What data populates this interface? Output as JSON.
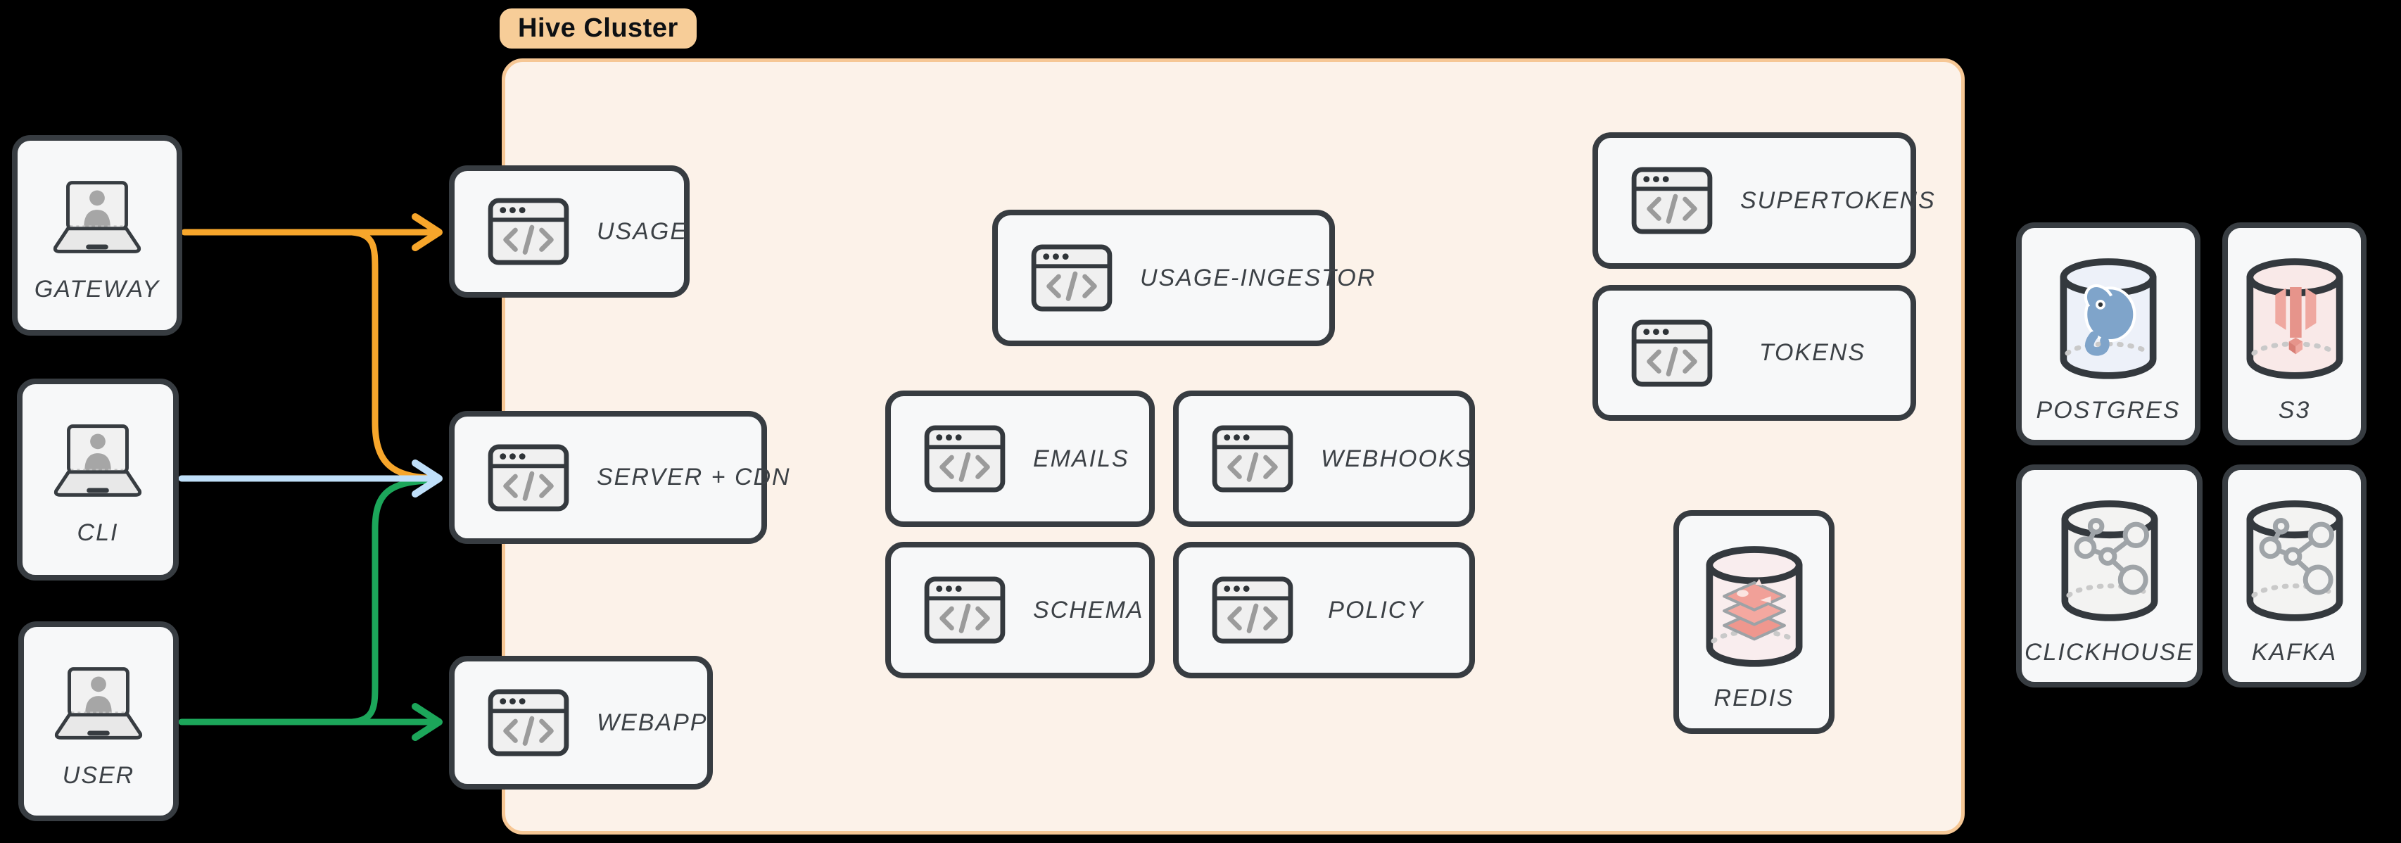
{
  "cluster": {
    "label": "Hive Cluster"
  },
  "nodes": {
    "gateway": {
      "label": "GATEWAY",
      "icon": "laptop-user-icon"
    },
    "cli": {
      "label": "CLI",
      "icon": "laptop-user-icon"
    },
    "user": {
      "label": "USER",
      "icon": "laptop-user-icon"
    },
    "usage": {
      "label": "USAGE",
      "icon": "code-window-icon"
    },
    "server_cdn": {
      "label": "SERVER + CDN",
      "icon": "code-window-icon"
    },
    "webapp": {
      "label": "WEBAPP",
      "icon": "code-window-icon"
    },
    "usage_ingestor": {
      "label": "USAGE-INGESTOR",
      "icon": "code-window-icon"
    },
    "emails": {
      "label": "EMAILS",
      "icon": "code-window-icon"
    },
    "webhooks": {
      "label": "WEBHOOKS",
      "icon": "code-window-icon"
    },
    "schema": {
      "label": "SCHEMA",
      "icon": "code-window-icon"
    },
    "policy": {
      "label": "POLICY",
      "icon": "code-window-icon"
    },
    "supertokens": {
      "label": "SUPERTOKENS",
      "icon": "code-window-icon"
    },
    "tokens": {
      "label": "TOKENS",
      "icon": "code-window-icon"
    },
    "redis": {
      "label": "REDIS",
      "icon": "redis-database-icon"
    },
    "postgres": {
      "label": "POSTGRES",
      "icon": "postgres-database-icon"
    },
    "s3": {
      "label": "S3",
      "icon": "s3-database-icon"
    },
    "clickhouse": {
      "label": "CLICKHOUSE",
      "icon": "clickhouse-database-icon"
    },
    "kafka": {
      "label": "KAFKA",
      "icon": "kafka-database-icon"
    }
  },
  "edges": [
    {
      "from": "GATEWAY",
      "to": "USAGE",
      "color": "#F7A62B"
    },
    {
      "from": "GATEWAY",
      "to": "SERVER + CDN",
      "color": "#F7A62B"
    },
    {
      "from": "CLI",
      "to": "SERVER + CDN",
      "color": "#BFDFF9"
    },
    {
      "from": "USER",
      "to": "SERVER + CDN",
      "color": "#1CA65A"
    },
    {
      "from": "USER",
      "to": "WEBAPP",
      "color": "#1CA65A"
    }
  ],
  "colors": {
    "background": "#000000",
    "cluster_fill": "#FCF2E9",
    "cluster_border": "#F6C795",
    "badge_fill": "#F7CD98",
    "badge_text": "#0D1013",
    "card_fill": "#F7F8F9",
    "card_border": "#373C41",
    "label_text": "#3C4146",
    "arrow_orange": "#F7A62B",
    "arrow_blue": "#BFDFF9",
    "arrow_green": "#1CA65A",
    "redis_logo": "#F1A098",
    "postgres_logo": "#7FA4CA",
    "s3_logo": "#E6948B",
    "molecule_logo": "#9FA4A8"
  }
}
